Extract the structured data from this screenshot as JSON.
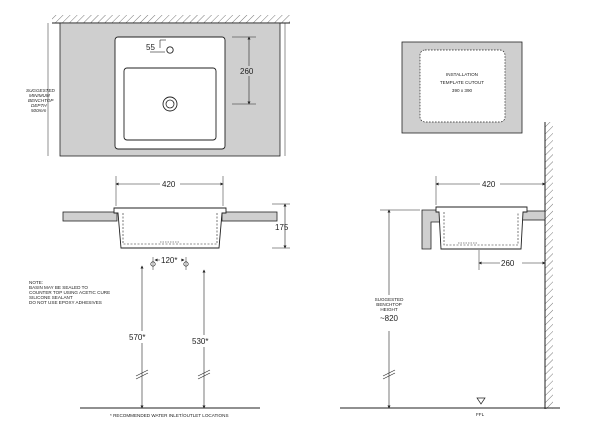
{
  "top_view": {
    "tap_offset": "55",
    "basin_depth": "260",
    "benchtop_note": [
      "SUGGESTED",
      "MINIMUM",
      "BENCHTOP",
      "DEPTH",
      "500mm"
    ]
  },
  "template": {
    "lines": [
      "INSTALLATION",
      "TEMPLATE CUTOUT",
      "390 x 390"
    ]
  },
  "front_view": {
    "width": "420",
    "height": "175",
    "outlet_spacing": "120*",
    "inlet_height": "570*",
    "outlet_height": "530*"
  },
  "note": [
    "NOTE:",
    "BASIN MAY BE SEALED TO",
    "COUNTER TOP USING ACETIC CURE",
    "SILICONE SEALANT",
    "DO NOT USE EPOXY ADHESIVES"
  ],
  "footnote": "* RECOMMENDED WATER INLET/OUTLET LOCATIONS",
  "side_view": {
    "width": "420",
    "depth": "260",
    "bench_height_note": [
      "SUGGESTED",
      "BENCHTOP",
      "HEIGHT"
    ],
    "bench_height": "~820",
    "floor_label": "FFL"
  },
  "colors": {
    "line": "#2a2a2a",
    "bench_fill": "#cfcfcf",
    "hatch": "#555555"
  }
}
